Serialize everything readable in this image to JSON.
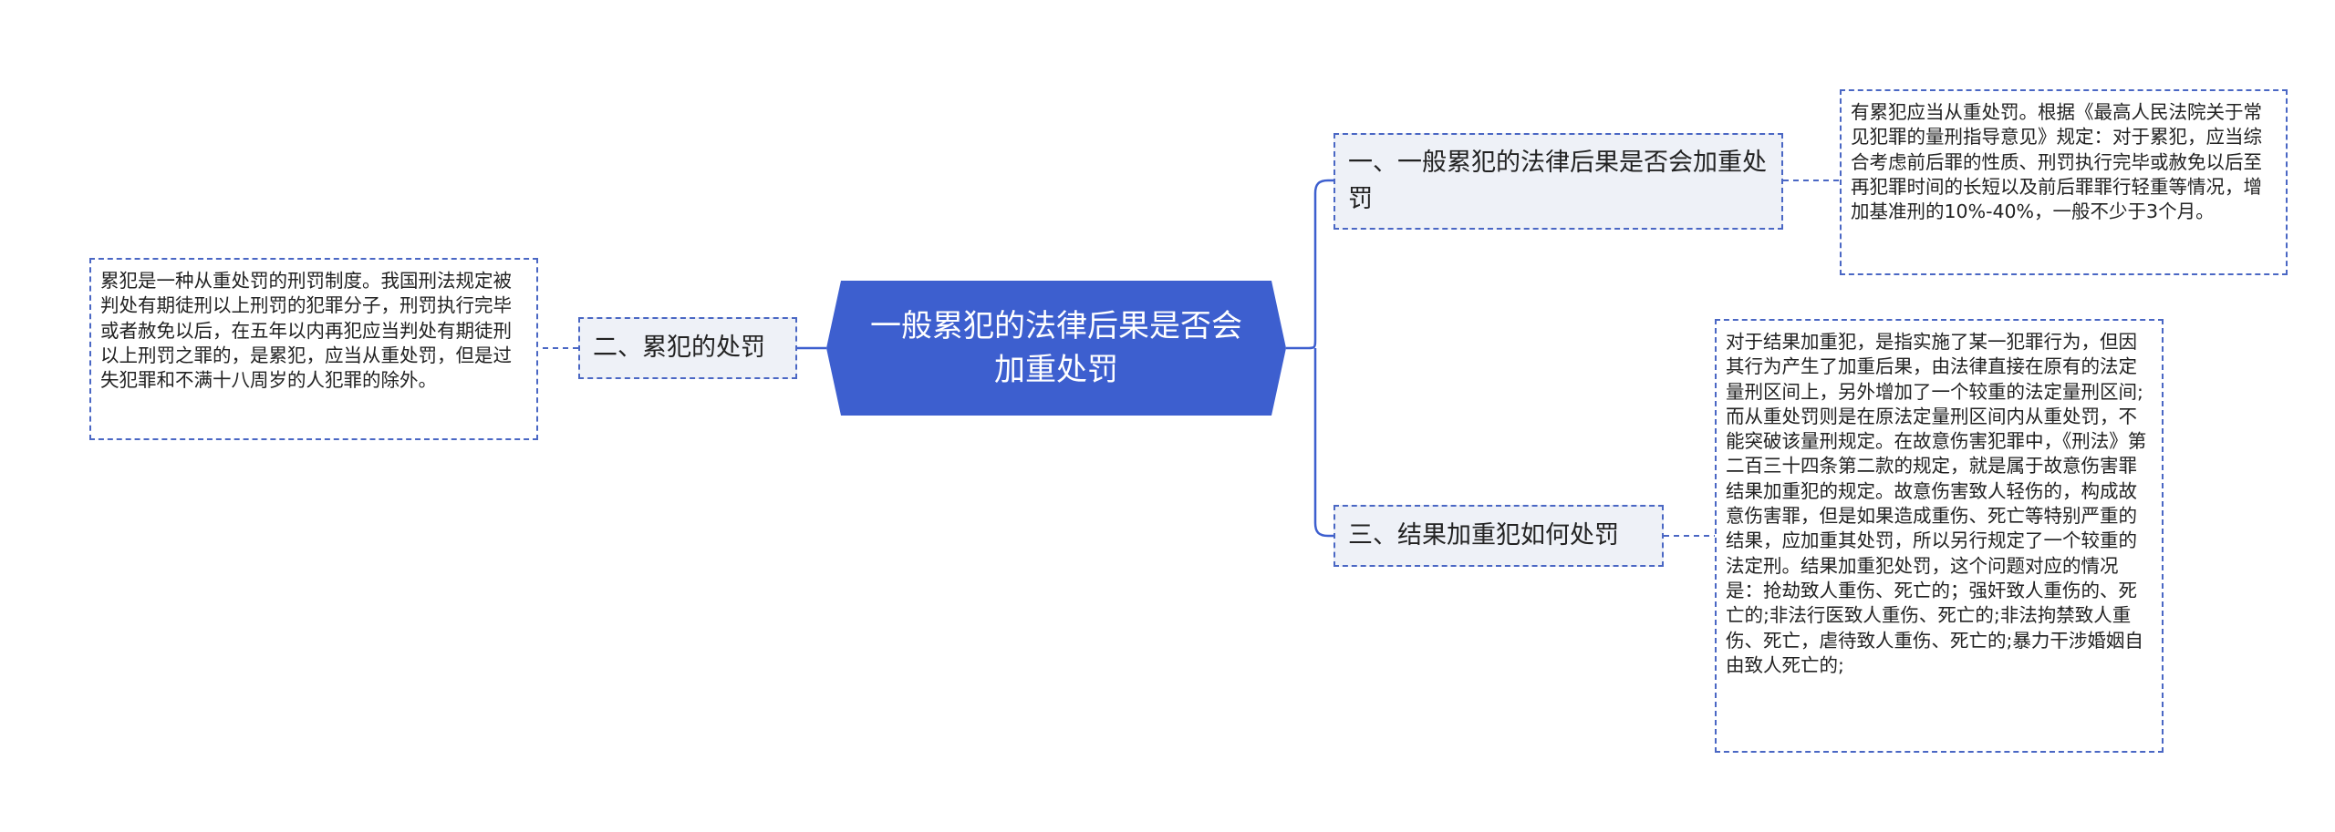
{
  "root": {
    "text": "一般累犯的法律后果是否会加重处罚"
  },
  "branches": [
    {
      "id": "b1",
      "text": "一、一般累犯的法律后果是否会加重处罚",
      "leaf": "有累犯应当从重处罚。根据《最高人民法院关于常见犯罪的量刑指导意见》规定：对于累犯，应当综合考虑前后罪的性质、刑罚执行完毕或赦免以后至再犯罪时间的长短以及前后罪罪行轻重等情况，增加基准刑的10%-40%，一般不少于3个月。"
    },
    {
      "id": "b2",
      "text": "二、累犯的处罚",
      "leaf": "累犯是一种从重处罚的刑罚制度。我国刑法规定被判处有期徒刑以上刑罚的犯罪分子，刑罚执行完毕或者赦免以后，在五年以内再犯应当判处有期徒刑以上刑罚之罪的，是累犯，应当从重处罚，但是过失犯罪和不满十八周岁的人犯罪的除外。"
    },
    {
      "id": "b3",
      "text": "三、结果加重犯如何处罚",
      "leaf": "对于结果加重犯，是指实施了某一犯罪行为，但因其行为产生了加重后果，由法律直接在原有的法定量刑区间上，另外增加了一个较重的法定量刑区间;而从重处罚则是在原法定量刑区间内从重处罚，不能突破该量刑规定。在故意伤害犯罪中，《刑法》第二百三十四条第二款的规定，就是属于故意伤害罪结果加重犯的规定。故意伤害致人轻伤的，构成故意伤害罪，但是如果造成重伤、死亡等特别严重的结果，应加重其处罚，所以另行规定了一个较重的法定刑。结果加重犯处罚，这个问题对应的情况是：抢劫致人重伤、死亡的；强奸致人重伤的、死亡的;非法行医致人重伤、死亡的;非法拘禁致人重伤、死亡，虐待致人重伤、死亡的;暴力干涉婚姻自由致人死亡的;"
    }
  ],
  "colors": {
    "root_fill": "#3d5fcf",
    "line": "#3d5fcf",
    "dashed_border": "#4a67c4",
    "branch_fill": "#eef1f7"
  }
}
